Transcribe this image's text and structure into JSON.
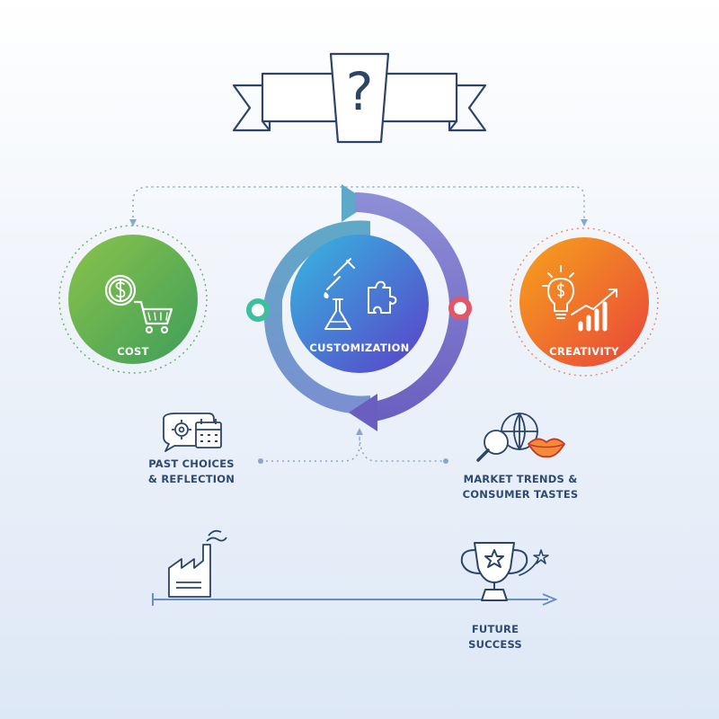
{
  "banner": {
    "symbol": "?"
  },
  "nodes": {
    "cost": {
      "label": "COST",
      "color_start": "#8bc34a",
      "color_end": "#3e9e5a"
    },
    "customization": {
      "label": "CUSTOMIZATION",
      "color_start": "#36b8e0",
      "color_end": "#5a3fc8"
    },
    "creativity": {
      "label": "CREATIVITY",
      "color_start": "#f7a31c",
      "color_end": "#e8443a"
    }
  },
  "inputs": {
    "past": {
      "line1": "PAST CHOICES",
      "line2": "& REFLECTION"
    },
    "market": {
      "line1": "MARKET TRENDS &",
      "line2": "CONSUMER TASTES"
    }
  },
  "timeline": {
    "end_line1": "FUTURE",
    "end_line2": "SUCCESS"
  },
  "colors": {
    "outline": "#2c4466",
    "connector": "#8aa6c8",
    "teal": "#3dbfa0",
    "coral": "#e2566a"
  }
}
